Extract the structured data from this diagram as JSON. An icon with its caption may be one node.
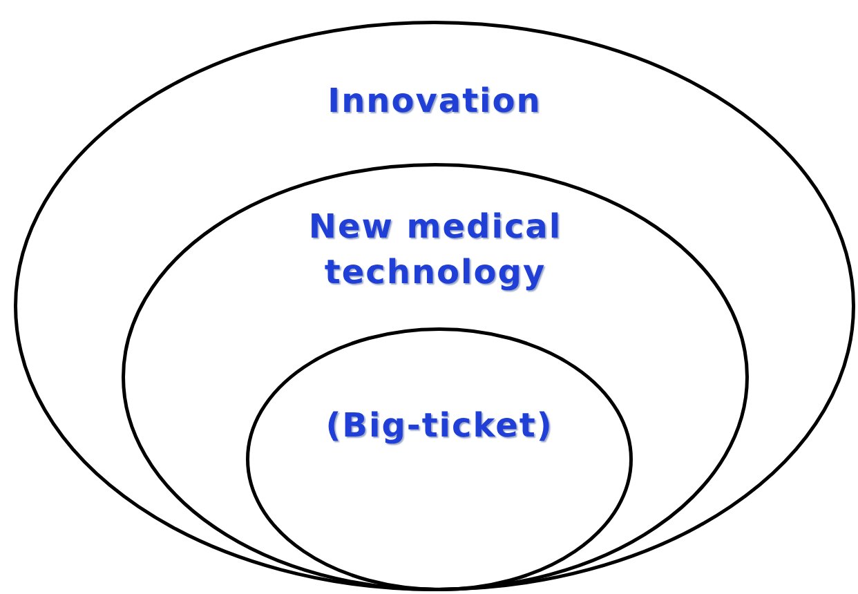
{
  "diagram": {
    "nodes": [
      {
        "text": [
          "Innovation"
        ]
      },
      {
        "text": [
          "New medical technology"
        ],
        "in": 0
      },
      {
        "text": [
          "(Big-ticket)"
        ],
        "in": 1
      }
    ]
  }
}
